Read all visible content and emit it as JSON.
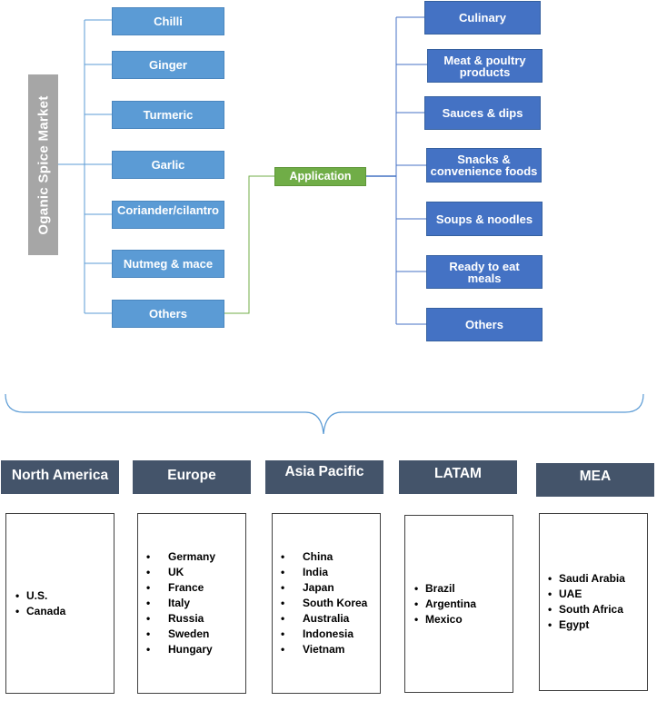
{
  "market_title": "Oganic Spice Market",
  "products": [
    "Chilli",
    "Ginger",
    "Turmeric",
    "Garlic",
    "Coriander/cilantro",
    "Nutmeg & mace",
    "Others"
  ],
  "application": {
    "label": "Application",
    "items": [
      "Culinary",
      "Meat & poultry products",
      "Sauces & dips",
      "Snacks & convenience foods",
      "Soups & noodles",
      "Ready to eat meals",
      "Others"
    ]
  },
  "regions": [
    {
      "name": "North America",
      "countries": [
        "U.S.",
        "Canada"
      ]
    },
    {
      "name": "Europe",
      "countries": [
        "Germany",
        "UK",
        "France",
        "Italy",
        "Russia",
        "Sweden",
        "Hungary"
      ]
    },
    {
      "name": "Asia Pacific",
      "countries": [
        "China",
        "India",
        "Japan",
        "South Korea",
        "Australia",
        "Indonesia",
        "Vietnam"
      ]
    },
    {
      "name": "LATAM",
      "countries": [
        "Brazil",
        "Argentina",
        "Mexico"
      ]
    },
    {
      "name": "MEA",
      "countries": [
        "Saudi Arabia",
        "UAE",
        "South Africa",
        "Egypt"
      ]
    }
  ],
  "colors": {
    "product_box": "#5b9bd5",
    "application_box": "#4472c4",
    "application_center": "#70ad47",
    "region_header": "#44546a",
    "title_bar": "#a6a6a6",
    "connector": "#5b9bd5",
    "connector_green": "#70ad47"
  }
}
